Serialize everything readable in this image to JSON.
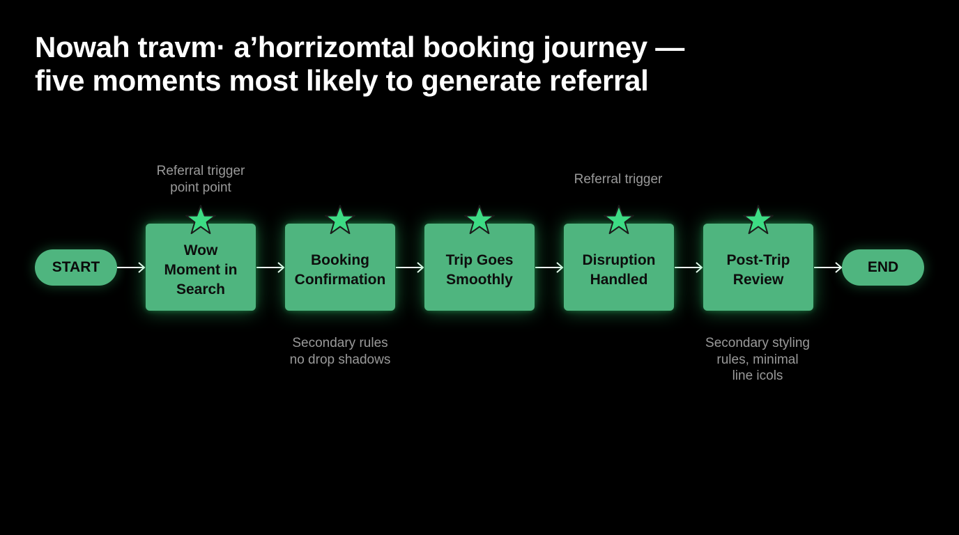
{
  "title": {
    "line1": "Nowah travm· a’horrizomtal booking journey —",
    "line2": "five moments most likely to generate referral"
  },
  "flow": {
    "start_label": "START",
    "end_label": "END",
    "steps": [
      {
        "lines": [
          "Wow",
          "Moment in",
          "Search"
        ],
        "icon": "star-icon"
      },
      {
        "lines": [
          "Booking",
          "Confirmation"
        ],
        "icon": "star-icon"
      },
      {
        "lines": [
          "Trip Goes",
          "Smoothly"
        ],
        "icon": "star-icon"
      },
      {
        "lines": [
          "Disruption",
          "Handled"
        ],
        "icon": "star-icon"
      },
      {
        "lines": [
          "Post-Trip",
          "Review"
        ],
        "icon": "star-icon"
      }
    ]
  },
  "annotations": {
    "above_step1": [
      "Referral trigger",
      "point point"
    ],
    "above_step4": [
      "Referral trigger"
    ],
    "below_step2": [
      "Secondary rules",
      "no drop shadows"
    ],
    "below_step5": [
      "Secondary styling",
      "rules, minimal",
      "line icols"
    ]
  },
  "colors": {
    "background": "#000000",
    "node_fill": "#4fb57f",
    "star": "#3ddc84",
    "arrow": "#ffffff",
    "annotation_text": "#9a9a9a"
  }
}
